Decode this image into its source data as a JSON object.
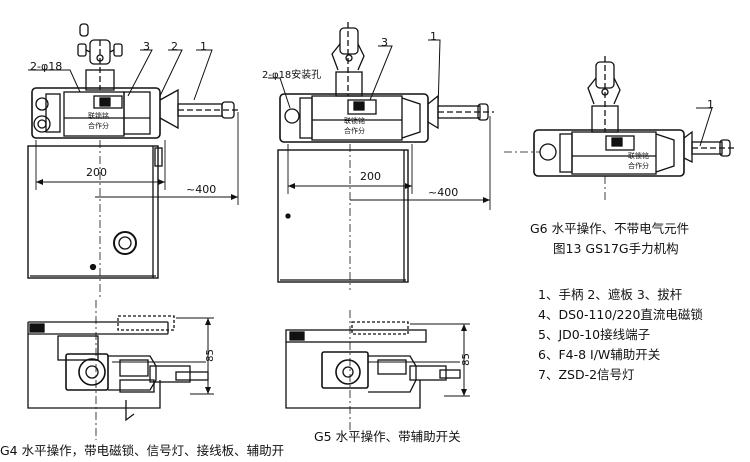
{
  "drawings": {
    "g4": {
      "dim_hole": "2-φ18",
      "dim_width": "200",
      "dim_stroke": "~400",
      "dim_height": "85",
      "part_refs": [
        "3",
        "2",
        "1"
      ],
      "plate_text": [
        "联锁铭",
        "合作分"
      ],
      "caption": "G4 水平操作，带电磁锁、信号灯、接线板、辅助开"
    },
    "g5": {
      "dim_hole": "2-φ18安装孔",
      "dim_width": "200",
      "dim_stroke": "~400",
      "dim_height": "85",
      "part_refs": [
        "3",
        "1"
      ],
      "plate_text": [
        "联锁铭",
        "合作分"
      ],
      "caption": "G5 水平操作、带辅助开关"
    },
    "g6": {
      "part_refs": [
        "1"
      ],
      "plate_text": [
        "联锁铭",
        "合作分"
      ],
      "caption": "G6 水平操作、不带电气元件"
    }
  },
  "figure_title": "图13 GS17G手力机构",
  "legend": [
    "1、手柄  2、遮板  3、拔杆",
    "4、DS0-110/220直流电磁锁",
    "5、JD0-10接线端子",
    "6、F4-8 Ⅰ/W辅助开关",
    "7、ZSD-2信号灯"
  ]
}
